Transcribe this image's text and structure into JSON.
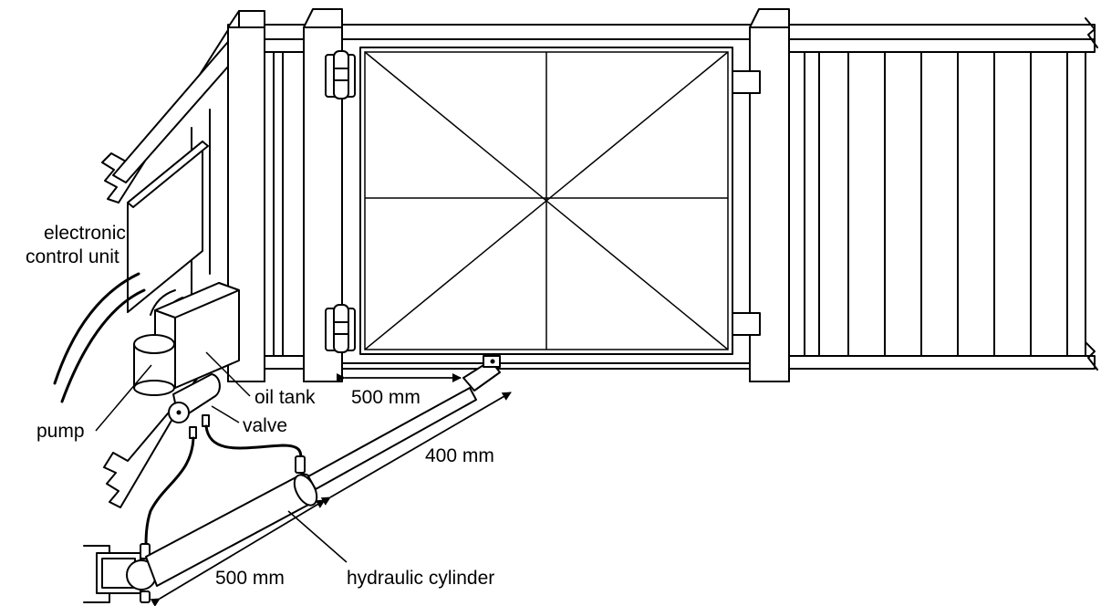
{
  "labels": {
    "ecu_line1": "electronic",
    "ecu_line2": "control unit",
    "pump": "pump",
    "oil_tank": "oil tank",
    "valve": "valve",
    "hydraulic_cylinder": "hydraulic cylinder"
  },
  "dimensions": {
    "hinge_to_mount": "500 mm",
    "rod_length": "400 mm",
    "base_to_cylinder": "500 mm"
  }
}
